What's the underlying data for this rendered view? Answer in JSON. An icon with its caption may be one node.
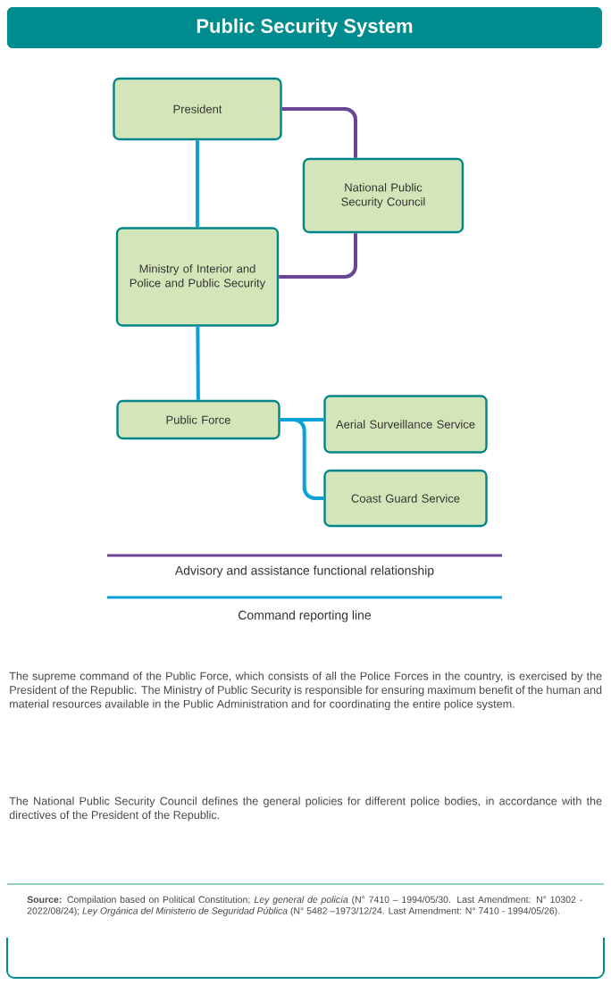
{
  "diagram": {
    "title": "Public Security System",
    "nodes": [
      {
        "text": [
          "President"
        ]
      },
      {
        "text": [
          "National Public Security Council"
        ]
      },
      {
        "text": [
          "Ministry of Interior and Police and Public Security"
        ]
      },
      {
        "text": [
          "Public Force"
        ]
      },
      {
        "text": [
          "Aerial Surveillance Service"
        ]
      },
      {
        "text": [
          "Coast Guard Service"
        ]
      }
    ],
    "edges": [
      {
        "from": 0,
        "to": 1,
        "arrow": "none",
        "color": "#6a4595"
      },
      {
        "from": 1,
        "to": 2,
        "arrow": "none",
        "color": "#6a4595"
      },
      {
        "from": 0,
        "to": 2,
        "arrow": "none"
      },
      {
        "from": 2,
        "to": 3,
        "arrow": "none"
      },
      {
        "from": 3,
        "to": 4,
        "arrow": "none"
      },
      {
        "from": 3,
        "to": 5,
        "arrow": "none"
      }
    ],
    "legend": [
      {
        "text": "Advisory and assistance functional relationship"
      },
      {
        "text": "Command reporting line"
      }
    ],
    "labels": [
      "The supreme command of the Public Force, which consists of all the Police Forces in the country, is exercised by the President of the Republic. The Ministry of Public Security is responsible for ensuring maximum benefit of the human and material resources available in the Public Administration and for coordinating the entire police system.",
      "The National Public Security Council defines the general policies for different police bodies, in accordance with the directives of the President of the Republic.",
      "**Source:** Compilation based on Political Constitution; *Ley general de policía* (N° 7410 – 1994/05/30. Last Amendment: N° 10302 - 2022/08/24); *Ley Orgánica del Ministerio de Seguridad Pública* (N° 5482 –1973/12/24. Last Amendment: N° 7410 - 1994/05/26)."
    ]
  }
}
